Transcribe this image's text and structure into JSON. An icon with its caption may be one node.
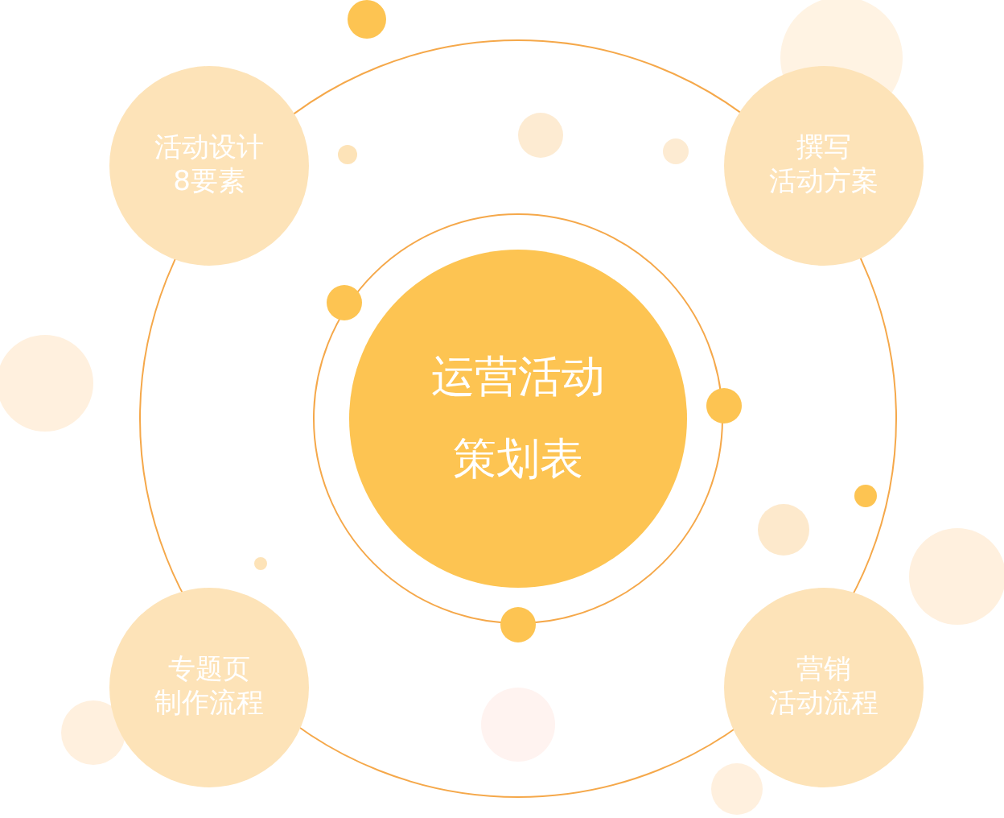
{
  "diagram": {
    "nodes": [
      {
        "text": [
          "活动设计8要素"
        ]
      },
      {
        "text": [
          "撰写活动方案"
        ]
      },
      {
        "text": [
          "运营活动策划表"
        ]
      },
      {
        "text": [
          "专题页制作流程"
        ]
      },
      {
        "text": [
          "营销活动流程"
        ]
      }
    ],
    "edges": []
  }
}
